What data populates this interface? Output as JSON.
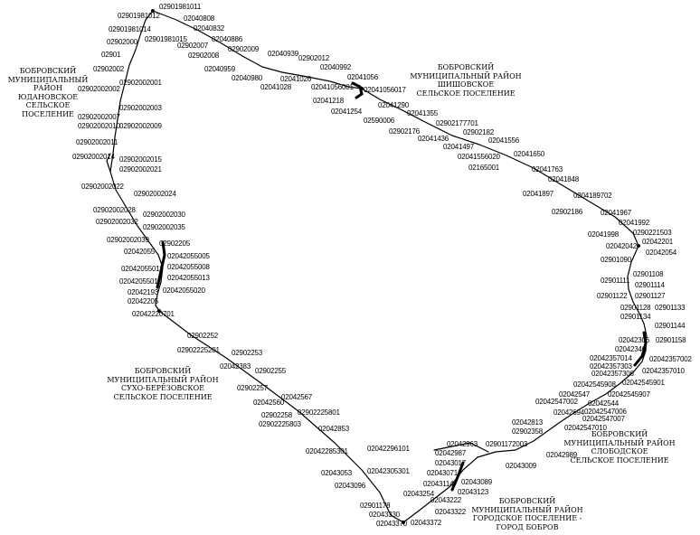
{
  "regions": [
    {
      "lines": [
        "БОБРОВСКИЙ",
        "МУНИЦИПАЛЬНЫЙ",
        "РАЙОН",
        "ЮДАНОВСКОЕ",
        "СЕЛЬСКОЕ",
        "ПОСЕЛЕНИЕ"
      ]
    },
    {
      "lines": [
        "БОБРОВСКИЙ",
        "МУНИЦИПАЛЬНЫЙ РАЙОН",
        "ШИШОВСКОЕ",
        "СЕЛЬСКОЕ ПОСЕЛЕНИЕ"
      ]
    },
    {
      "lines": [
        "БОБРОВСКИЙ",
        "МУНИЦИПАЛЬНЫЙ РАЙОН",
        "СУХО-БЕРЁЗОВСКОЕ",
        "СЕЛЬСКОЕ ПОСЕЛЕНИЕ"
      ]
    },
    {
      "lines": [
        "БОБРОВСКИЙ",
        "МУНИЦИПАЛЬНЫЙ РАЙОН",
        "СЛОБОДСКОЕ",
        "СЕЛЬСКОЕ ПОСЕЛЕНИЕ"
      ]
    },
    {
      "lines": [
        "БОБРОВСКИЙ",
        "МУНИЦИПАЛЬНЫЙ РАЙОН",
        "ГОРОДСКОЕ ПОСЕЛЕНИЕ -",
        "ГОРОД БОБРОВ"
      ]
    }
  ],
  "codes": [
    "02901981011",
    "02901981012",
    "02901981014",
    "02902000",
    "02901981015",
    "02901",
    "02902002",
    "02902002002",
    "02902002001",
    "02902002003",
    "02902002007",
    "02902002010",
    "02902002009",
    "02902002011",
    "02902002014",
    "02902002015",
    "02902002021",
    "02902002022",
    "02902002024",
    "02902002028",
    "02902002030",
    "02902002032",
    "02902002035",
    "02902002039",
    "02902205",
    "02042055",
    "02042055005",
    "02042055011",
    "02042055008",
    "02042055015",
    "02042055013",
    "02042193",
    "02042055020",
    "02042205",
    "02042220701",
    "02902252",
    "02902225201",
    "02902253",
    "02042383",
    "02902255",
    "02902257",
    "02042567",
    "02042560",
    "02902225801",
    "02902258",
    "02902225803",
    "02042853",
    "02042296101",
    "02042285301",
    "02043053",
    "02042305301",
    "02043096",
    "02901178",
    "02043330",
    "02043370",
    "02043372",
    "02043322",
    "02043254",
    "02043222",
    "02043123",
    "02043114",
    "02043089",
    "02043071",
    "02043017",
    "02042987",
    "02042963",
    "02901172003",
    "02043009",
    "02902358",
    "02042989",
    "02042813",
    "02042547010",
    "02042547007",
    "02042694",
    "02042547006",
    "02042544",
    "02042547002",
    "02042547",
    "02042545908",
    "02042545907",
    "02042357306",
    "02042545901",
    "02042357303",
    "02042357010",
    "02042357014",
    "02042346",
    "02042357002",
    "02042306",
    "02901158",
    "02901144",
    "02901134",
    "02901133",
    "02901128",
    "02901122",
    "02901127",
    "02901111",
    "02901114",
    "02901108",
    "02901090",
    "02042054",
    "02042042",
    "02042201",
    "02041998",
    "0290221503",
    "02041992",
    "02041967",
    "02902186",
    "02041897",
    "0204189702",
    "02041848",
    "02041763",
    "02041650",
    "02041556",
    "02165001",
    "02041556020",
    "02041497",
    "02041436",
    "02902182",
    "02902176",
    "02902177701",
    "02590006",
    "02041355",
    "02041254",
    "02041290",
    "02041218",
    "02041056001",
    "02041056017",
    "02041056",
    "02040992",
    "02902012",
    "02040939",
    "02041026",
    "02041028",
    "02040980",
    "02040959",
    "02902008",
    "02902009",
    "02902007",
    "02040886",
    "02040832",
    "02040808",
    "02901981011"
  ]
}
